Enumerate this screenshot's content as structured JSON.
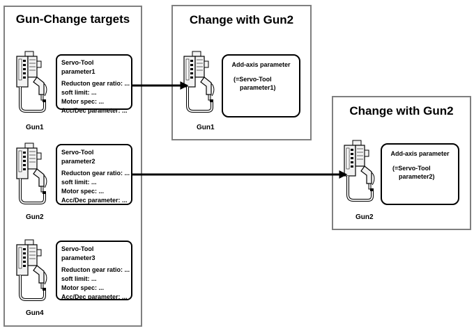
{
  "left_panel": {
    "title": "Gun-Change targets",
    "guns": [
      {
        "label": "Gun1",
        "param_title": "Servo-Tool parameter1",
        "lines": [
          "Reducton gear ratio: ...",
          "soft limit: ...",
          "Motor spec: ...",
          "Acc/Dec parameter: ..."
        ]
      },
      {
        "label": "Gun2",
        "param_title": "Servo-Tool parameter2",
        "lines": [
          "Reducton gear ratio: ...",
          "soft limit: ...",
          "Motor spec: ...",
          "Acc/Dec parameter: ..."
        ]
      },
      {
        "label": "Gun4",
        "param_title": "Servo-Tool parameter3",
        "lines": [
          "Reducton gear ratio: ...",
          "soft limit: ...",
          "Motor spec: ...",
          "Acc/Dec parameter: ..."
        ]
      }
    ]
  },
  "right_panels": [
    {
      "title": "Change with Gun2",
      "gun_label": "Gun1",
      "box_title": "Add-axis parameter",
      "note_line1": "(=Servo-Tool",
      "note_line2": "parameter1)"
    },
    {
      "title": "Change with Gun2",
      "gun_label": "Gun2",
      "box_title": "Add-axis parameter",
      "note_line1": "(=Servo-Tool",
      "note_line2": "parameter2)"
    }
  ],
  "colors": {
    "panel_border": "#7f7f7f",
    "box_border": "#000000",
    "gun_fill": "#f2f2f2"
  },
  "icons": {
    "gun": "servo-gun-icon",
    "arrow": "arrow-right-icon"
  }
}
